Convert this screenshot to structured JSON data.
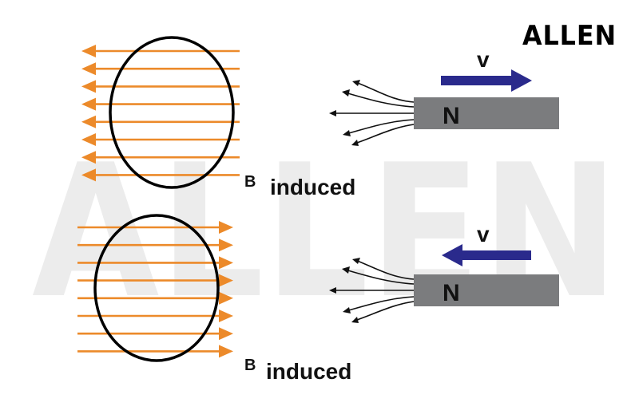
{
  "brand": {
    "logo_text": "ALLEN",
    "watermark_text": "ALLEN"
  },
  "colors": {
    "field_line": "#ec8a2a",
    "loop": "#000000",
    "magnet": "#7b7c7e",
    "velocity_arrow": "#2a2a8c",
    "watermark": "#ececec"
  },
  "panels": [
    {
      "id": "top",
      "induced_field_direction": "left",
      "velocity_direction": "right",
      "magnet_label": "N",
      "velocity_label": "v",
      "field_label_symbol": "B",
      "field_label_text": "induced"
    },
    {
      "id": "bottom",
      "induced_field_direction": "right",
      "velocity_direction": "left",
      "magnet_label": "N",
      "velocity_label": "v",
      "field_label_symbol": "B",
      "field_label_text": "induced"
    }
  ]
}
